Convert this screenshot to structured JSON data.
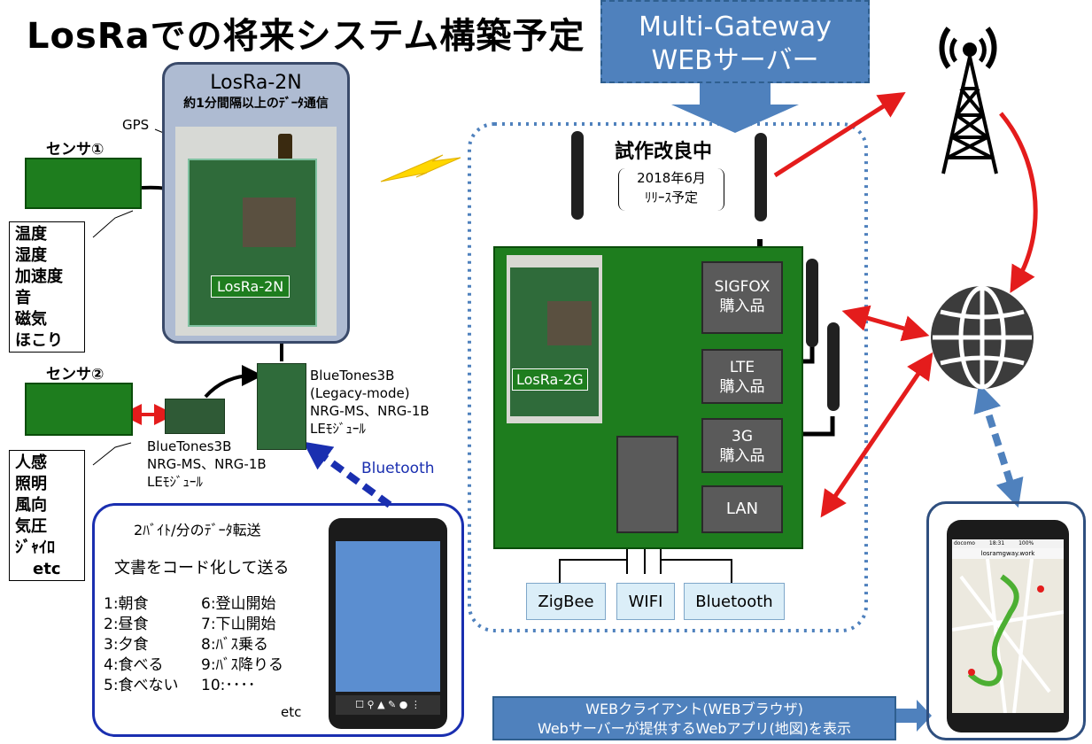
{
  "title": "LosRaでの将来システム構築予定",
  "gateway": {
    "line1": "Multi-Gateway",
    "line2": "WEBサーバー"
  },
  "losra2n": {
    "name": "LosRa-2N",
    "desc": "約1分間隔以上のﾃﾞｰﾀ通信",
    "board_label": "LosRa-2N",
    "gps": "GPS"
  },
  "sensor1": {
    "label": "センサ①",
    "items": [
      "温度",
      "湿度",
      "加速度",
      "音",
      "磁気",
      "ほこり"
    ]
  },
  "sensor2": {
    "label": "センサ②",
    "items": [
      "人感",
      "照明",
      "風向",
      "気圧",
      "ｼﾞｬｲﾛ",
      "etc"
    ]
  },
  "bluetones_left": {
    "line1": "BlueTones3B",
    "line2": "NRG-MS、NRG-1B",
    "line3": "LEﾓｼﾞｭｰﾙ"
  },
  "bluetones_right": {
    "line1": "BlueTones3B",
    "line2": "(Legacy-mode)",
    "line3": "NRG-MS、NRG-1B",
    "line4": "LEﾓｼﾞｭｰﾙ"
  },
  "bluetooth_label": "Bluetooth",
  "transfer": {
    "title": "2ﾊﾞｲﾄ/分のﾃﾞｰﾀ転送",
    "subtitle": "文書をコード化して送る",
    "codes_left": [
      "1:朝食",
      "2:昼食",
      "3:夕食",
      "4:食べる",
      "5:食べない"
    ],
    "codes_right": [
      "6:登山開始",
      "7:下山開始",
      "8:ﾊﾞｽ乗る",
      "9:ﾊﾞｽ降りる",
      "10:････"
    ],
    "etc": "etc"
  },
  "prototype": {
    "title": "試作改良中",
    "release1": "2018年6月",
    "release2": "ﾘﾘｰｽ予定"
  },
  "gateway_board": {
    "losra2g": "LosRa-2G",
    "sigfox": [
      "SIGFOX",
      "購入品"
    ],
    "lte": [
      "LTE",
      "購入品"
    ],
    "g3": [
      "3G",
      "購入品"
    ],
    "lan": "LAN",
    "zigbee": "ZigBee",
    "wifi": "WIFI",
    "bluetooth": "Bluetooth"
  },
  "phone_right": {
    "carrier": "docomo",
    "time": "18:31",
    "battery": "100%",
    "url": "losramgway.work"
  },
  "web_client": {
    "line1": "WEBクライアント(WEBブラウザ)",
    "line2": "Webサーバーが提供するWebアプリ(地図)を表示"
  },
  "colors": {
    "accent_blue": "#4f81bd",
    "board_green": "#1e7d1e",
    "arrow_red": "#e41c1c",
    "dark_blue": "#1a2fb0"
  }
}
